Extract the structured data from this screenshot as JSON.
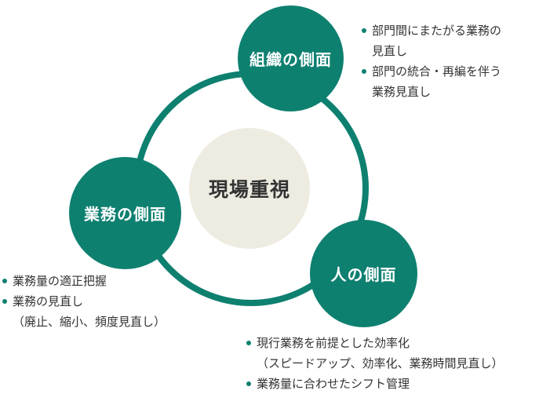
{
  "center": {
    "label": "現場重視"
  },
  "nodes": {
    "organization": "組織の側面",
    "operations": "業務の側面",
    "people": "人の側面"
  },
  "bullets": {
    "organization": [
      {
        "lines": [
          "部門間にまたがる業務の",
          "見直し"
        ]
      },
      {
        "lines": [
          "部門の統合・再編を伴う",
          "業務見直し"
        ]
      }
    ],
    "operations": [
      {
        "lines": [
          "業務量の適正把握"
        ]
      },
      {
        "lines": [
          "業務の見直し",
          "（廃止、縮小、頻度見直し）"
        ]
      }
    ],
    "people": [
      {
        "lines": [
          "現行業務を前提とした効率化",
          "（スピードアップ、効率化、業務時間見直し）"
        ]
      },
      {
        "lines": [
          "業務量に合わせたシフト管理"
        ]
      }
    ]
  },
  "colors": {
    "primary": "#0e8070",
    "center_fill": "#eeebe1",
    "text": "#333333"
  }
}
